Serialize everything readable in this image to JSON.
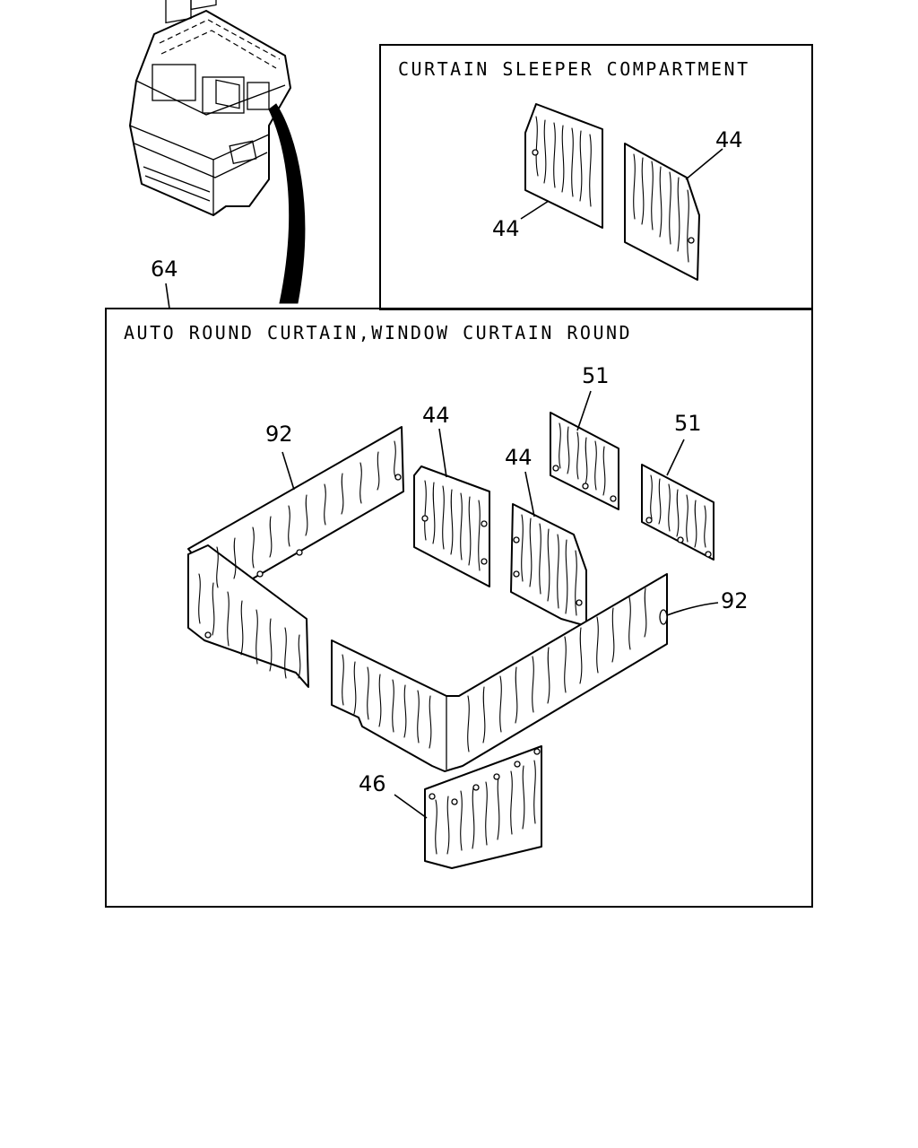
{
  "inset": {
    "title": "CURTAIN SLEEPER COMPARTMENT",
    "callouts": [
      "44",
      "44"
    ]
  },
  "main": {
    "title": "AUTO ROUND CURTAIN,WINDOW CURTAIN ROUND",
    "assembly_callout": "64",
    "callouts": [
      "92",
      "44",
      "44",
      "51",
      "51",
      "92",
      "46"
    ]
  }
}
